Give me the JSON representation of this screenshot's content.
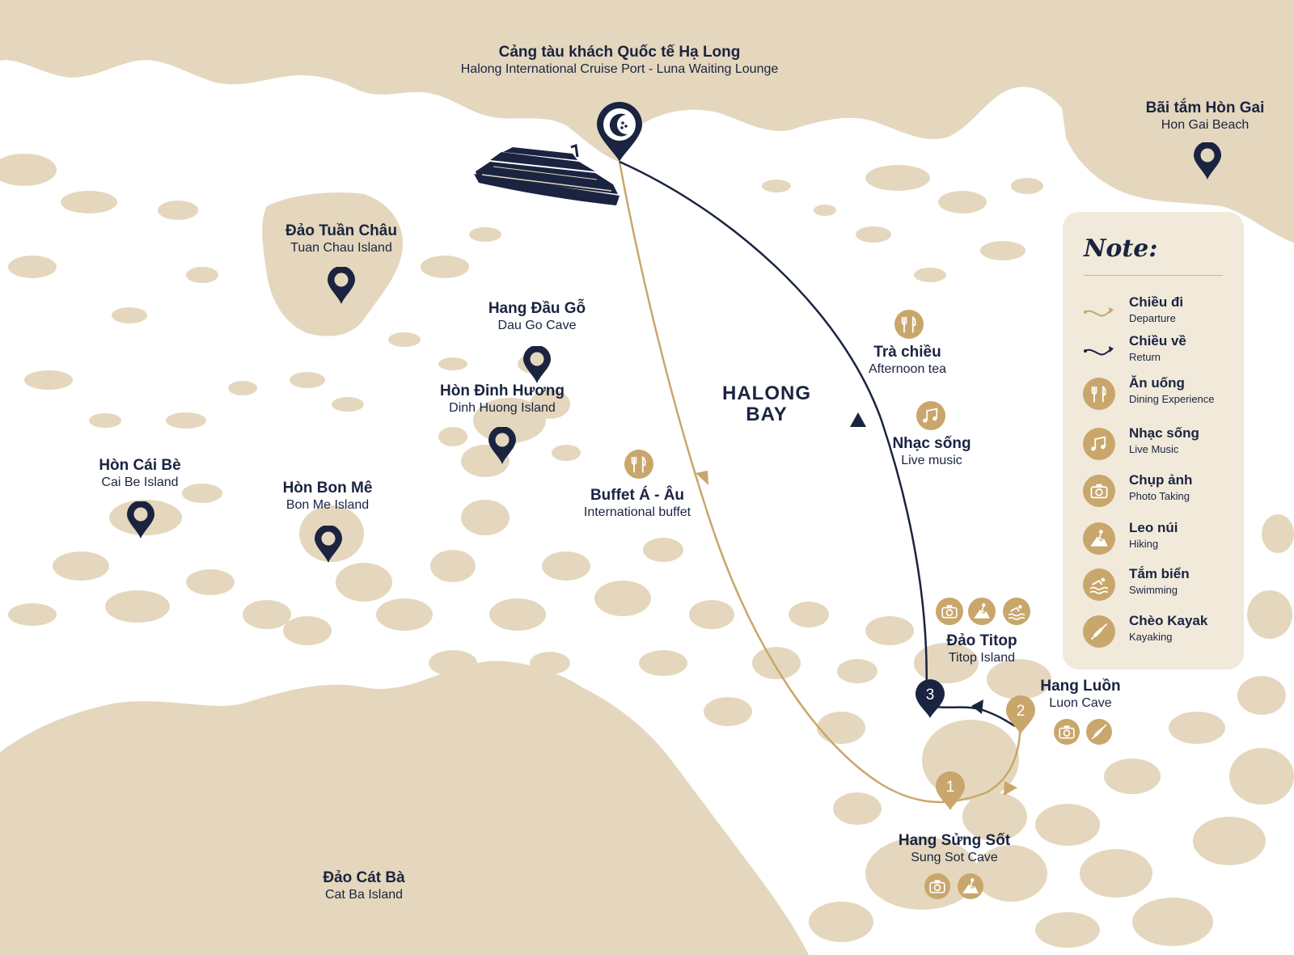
{
  "colors": {
    "land": "#e4d7bd",
    "water": "#ffffff",
    "navy": "#1a2440",
    "gold": "#c9a66b"
  },
  "port": {
    "name_vn": "Cảng tàu khách Quốc tế Hạ Long",
    "name_en": "Halong International Cruise Port - Luna Waiting Lounge"
  },
  "bay_label": [
    "HALONG",
    "BAY"
  ],
  "places": [
    {
      "vn": "Bãi tắm Hòn Gai",
      "en": "Hon Gai Beach"
    },
    {
      "vn": "Đảo Tuần Châu",
      "en": "Tuan Chau Island"
    },
    {
      "vn": "Hang Đầu Gỗ",
      "en": "Dau Go Cave"
    },
    {
      "vn": "Hòn Đinh Hương",
      "en": "Dinh Huong Island"
    },
    {
      "vn": "Hòn Cái Bè",
      "en": "Cai Be Island"
    },
    {
      "vn": "Hòn Bon Mê",
      "en": "Bon Me Island"
    },
    {
      "vn": "Đảo Cát Bà",
      "en": "Cat Ba Island"
    }
  ],
  "stops": [
    {
      "number": "1",
      "vn": "Hang Sửng Sốt",
      "en": "Sung Sot Cave",
      "icons": [
        "camera-icon",
        "hiking-icon"
      ]
    },
    {
      "number": "2",
      "vn": "Hang Luồn",
      "en": "Luon Cave",
      "icons": [
        "camera-icon",
        "kayak-icon"
      ]
    },
    {
      "number": "3",
      "vn": "Đảo Titop",
      "en": "Titop Island",
      "icons": [
        "camera-icon",
        "hiking-icon",
        "swimming-icon"
      ]
    }
  ],
  "activities": [
    {
      "vn": "Trà chiều",
      "en": "Afternoon tea",
      "icon": "dining-icon"
    },
    {
      "vn": "Nhạc sống",
      "en": "Live music",
      "icon": "music-icon"
    },
    {
      "vn": "Buffet Á - Âu",
      "en": "International buffet",
      "icon": "dining-icon"
    }
  ],
  "legend": {
    "title": "Note:",
    "items": [
      {
        "vn": "Chiều đi",
        "en": "Departure",
        "icon": "departure-arrow-icon"
      },
      {
        "vn": "Chiều về",
        "en": "Return",
        "icon": "return-arrow-icon"
      },
      {
        "vn": "Ăn uống",
        "en": "Dining Experience",
        "icon": "dining-icon"
      },
      {
        "vn": "Nhạc sống",
        "en": "Live Music",
        "icon": "music-icon"
      },
      {
        "vn": "Chụp ảnh",
        "en": "Photo Taking",
        "icon": "camera-icon"
      },
      {
        "vn": "Leo núi",
        "en": "Hiking",
        "icon": "hiking-icon"
      },
      {
        "vn": "Tắm biển",
        "en": "Swimming",
        "icon": "swimming-icon"
      },
      {
        "vn": "Chèo Kayak",
        "en": "Kayaking",
        "icon": "kayak-icon"
      }
    ]
  }
}
